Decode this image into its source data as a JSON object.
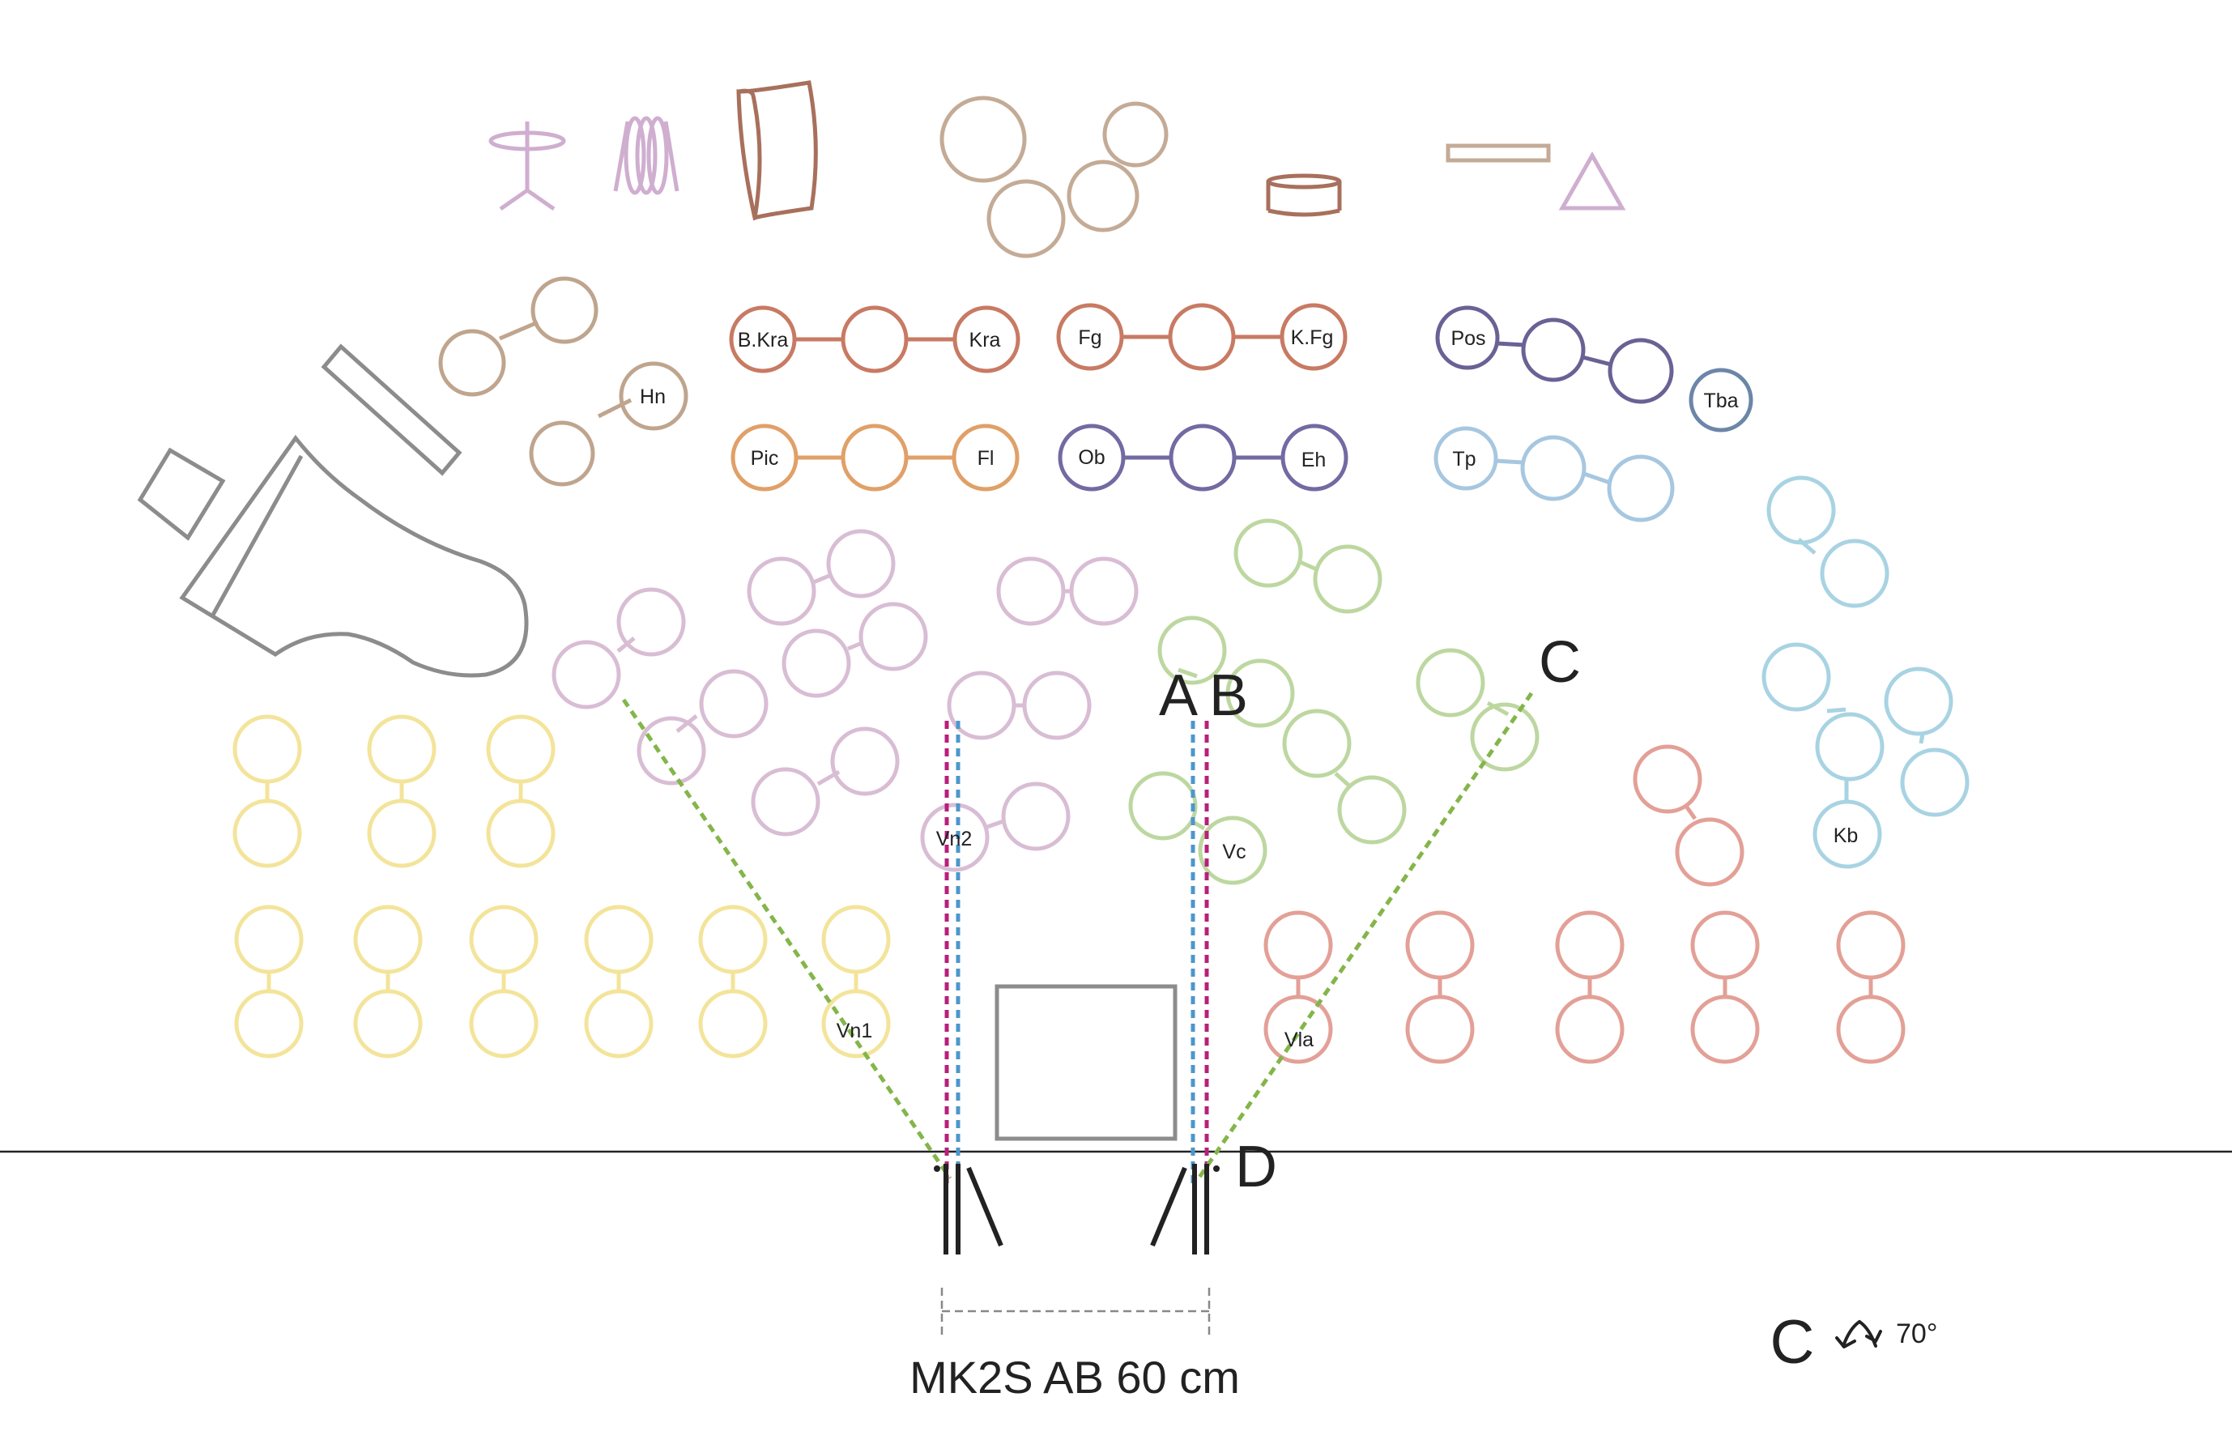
{
  "labels": {
    "bkra": "B.Kra",
    "kra": "Kra",
    "fg": "Fg",
    "kfg": "K.Fg",
    "pos": "Pos",
    "tba": "Tba",
    "hn": "Hn",
    "pic": "Pic",
    "fl": "Fl",
    "ob": "Ob",
    "eh": "Eh",
    "tp": "Tp",
    "vn2": "Vn2",
    "vc": "Vc",
    "vn1": "Vn1",
    "vla": "Vla",
    "kb": "Kb"
  },
  "mic_labels": {
    "a": "A",
    "b": "B",
    "c": "C",
    "d": "D"
  },
  "caption": "MK2S AB 60 cm",
  "legend": {
    "letter": "C",
    "angle": "70°"
  },
  "colors": {
    "percussion_lilac": "#cfaed0",
    "percussion_brown": "#a8705c",
    "timpani_tan": "#c4ab96",
    "horns": "#bfa58e",
    "clarinets_bassoons": "#c87a63",
    "flutes": "#e0a068",
    "oboes": "#726aa2",
    "trombones": "#6a6194",
    "tuba": "#6c86a8",
    "trumpets": "#a7c7e0",
    "violin2": "#d8bdd4",
    "cello": "#bdd7a0",
    "violin1": "#f3e49a",
    "viola": "#e3a097",
    "bass": "#a8d3e2",
    "piano": "#8c8c8c",
    "mic_a": "#4e96cc",
    "mic_b": "#b7207b",
    "mic_c": "#84b54a"
  }
}
